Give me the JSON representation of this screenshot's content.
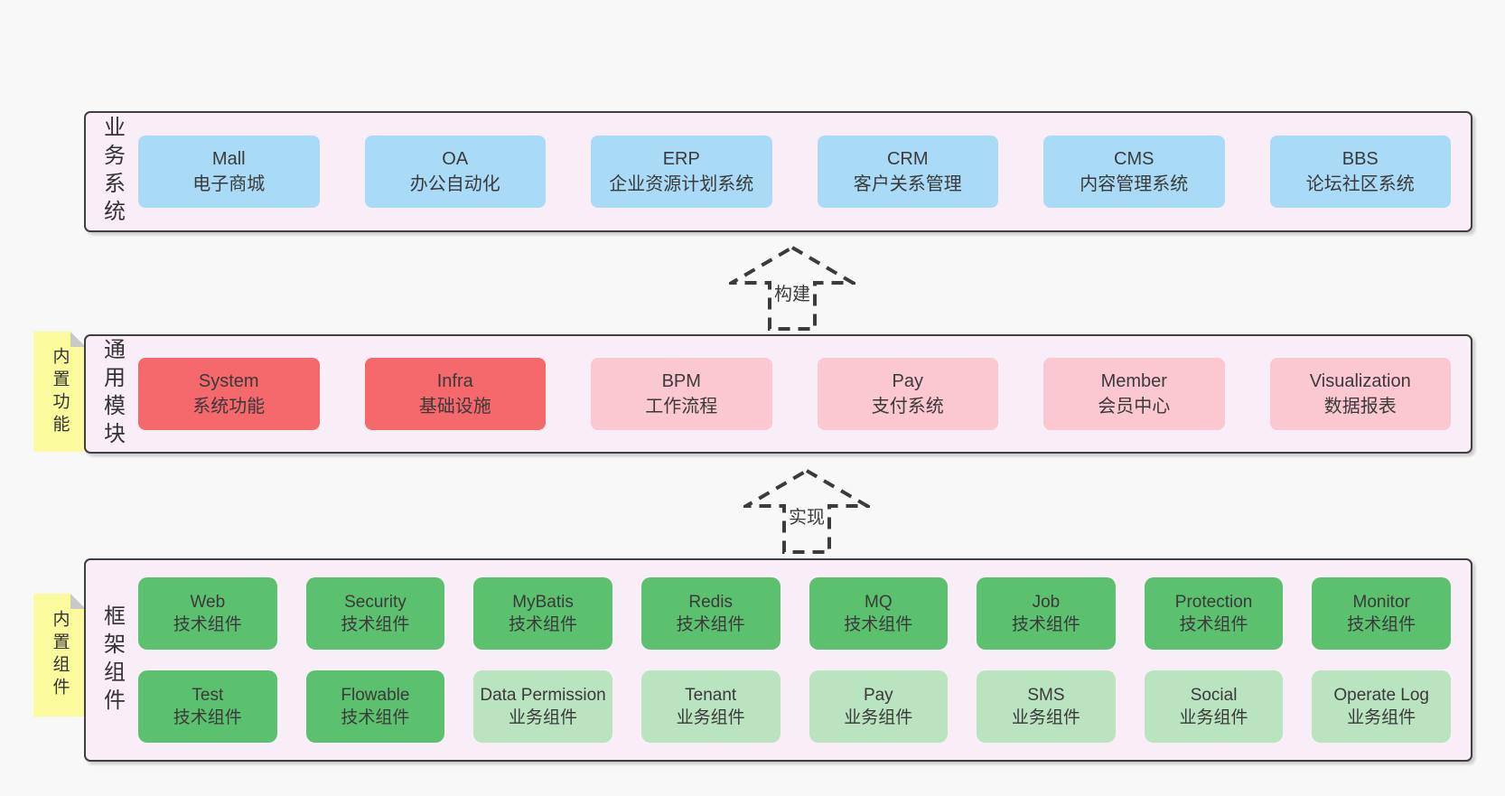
{
  "colors": {
    "page_bg": "#f8f8f8",
    "layer_bg": "#f9eef7",
    "layer_border": "#3f3f3f",
    "blue_box": "#a9dbf7",
    "red_box": "#f5686c",
    "pink_box": "#fbc7d1",
    "green_box": "#5cc16e",
    "light_green_box": "#bae3c0",
    "note_bg": "#fbfa9d",
    "note_fold": "#c9c9c9",
    "text": "#3a3a3a"
  },
  "arrows": {
    "build": "构建",
    "implement": "实现"
  },
  "layers": {
    "business": {
      "label": "业务系统",
      "boxes": [
        {
          "name": "Mall",
          "desc": "电子商城"
        },
        {
          "name": "OA",
          "desc": "办公自动化"
        },
        {
          "name": "ERP",
          "desc": "企业资源计划系统"
        },
        {
          "name": "CRM",
          "desc": "客户关系管理"
        },
        {
          "name": "CMS",
          "desc": "内容管理系统"
        },
        {
          "name": "BBS",
          "desc": "论坛社区系统"
        }
      ]
    },
    "modules": {
      "label": "通用模块",
      "note": "内置功能",
      "boxes": [
        {
          "name": "System",
          "desc": "系统功能",
          "variant": "red"
        },
        {
          "name": "Infra",
          "desc": "基础设施",
          "variant": "red"
        },
        {
          "name": "BPM",
          "desc": "工作流程",
          "variant": "pink"
        },
        {
          "name": "Pay",
          "desc": "支付系统",
          "variant": "pink"
        },
        {
          "name": "Member",
          "desc": "会员中心",
          "variant": "pink"
        },
        {
          "name": "Visualization",
          "desc": "数据报表",
          "variant": "pink"
        }
      ]
    },
    "components": {
      "label": "框架组件",
      "note": "内置组件",
      "row1": [
        {
          "name": "Web",
          "desc": "技术组件",
          "variant": "green"
        },
        {
          "name": "Security",
          "desc": "技术组件",
          "variant": "green"
        },
        {
          "name": "MyBatis",
          "desc": "技术组件",
          "variant": "green"
        },
        {
          "name": "Redis",
          "desc": "技术组件",
          "variant": "green"
        },
        {
          "name": "MQ",
          "desc": "技术组件",
          "variant": "green"
        },
        {
          "name": "Job",
          "desc": "技术组件",
          "variant": "green"
        },
        {
          "name": "Protection",
          "desc": "技术组件",
          "variant": "green"
        },
        {
          "name": "Monitor",
          "desc": "技术组件",
          "variant": "green"
        }
      ],
      "row2": [
        {
          "name": "Test",
          "desc": "技术组件",
          "variant": "green"
        },
        {
          "name": "Flowable",
          "desc": "技术组件",
          "variant": "green"
        },
        {
          "name": "Data Permission",
          "desc": "业务组件",
          "variant": "light-green"
        },
        {
          "name": "Tenant",
          "desc": "业务组件",
          "variant": "light-green"
        },
        {
          "name": "Pay",
          "desc": "业务组件",
          "variant": "light-green"
        },
        {
          "name": "SMS",
          "desc": "业务组件",
          "variant": "light-green"
        },
        {
          "name": "Social",
          "desc": "业务组件",
          "variant": "light-green"
        },
        {
          "name": "Operate Log",
          "desc": "业务组件",
          "variant": "light-green"
        }
      ]
    }
  }
}
